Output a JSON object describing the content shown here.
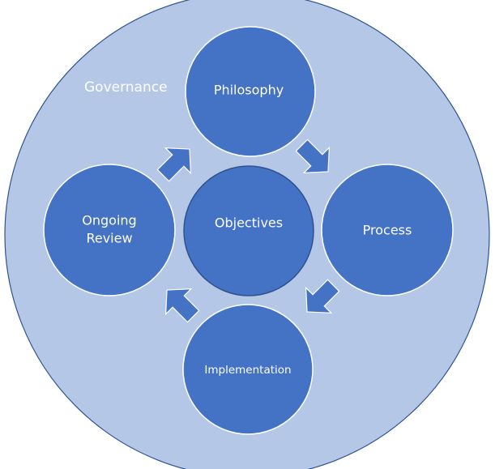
{
  "diagram": {
    "outer_label": "Governance",
    "center_label": "Objectives",
    "nodes": {
      "top": "Philosophy",
      "right": "Process",
      "bottom": "Implementation",
      "left_line1": "Ongoing",
      "left_line2": "Review"
    }
  },
  "colors": {
    "outer_fill": "#b4c7e7",
    "outer_stroke": "#2f528f",
    "node_fill": "#4472c4",
    "node_stroke": "#ffffff",
    "center_stroke": "#2f528f",
    "arrow_fill": "#4472c4",
    "text": "#ffffff"
  }
}
